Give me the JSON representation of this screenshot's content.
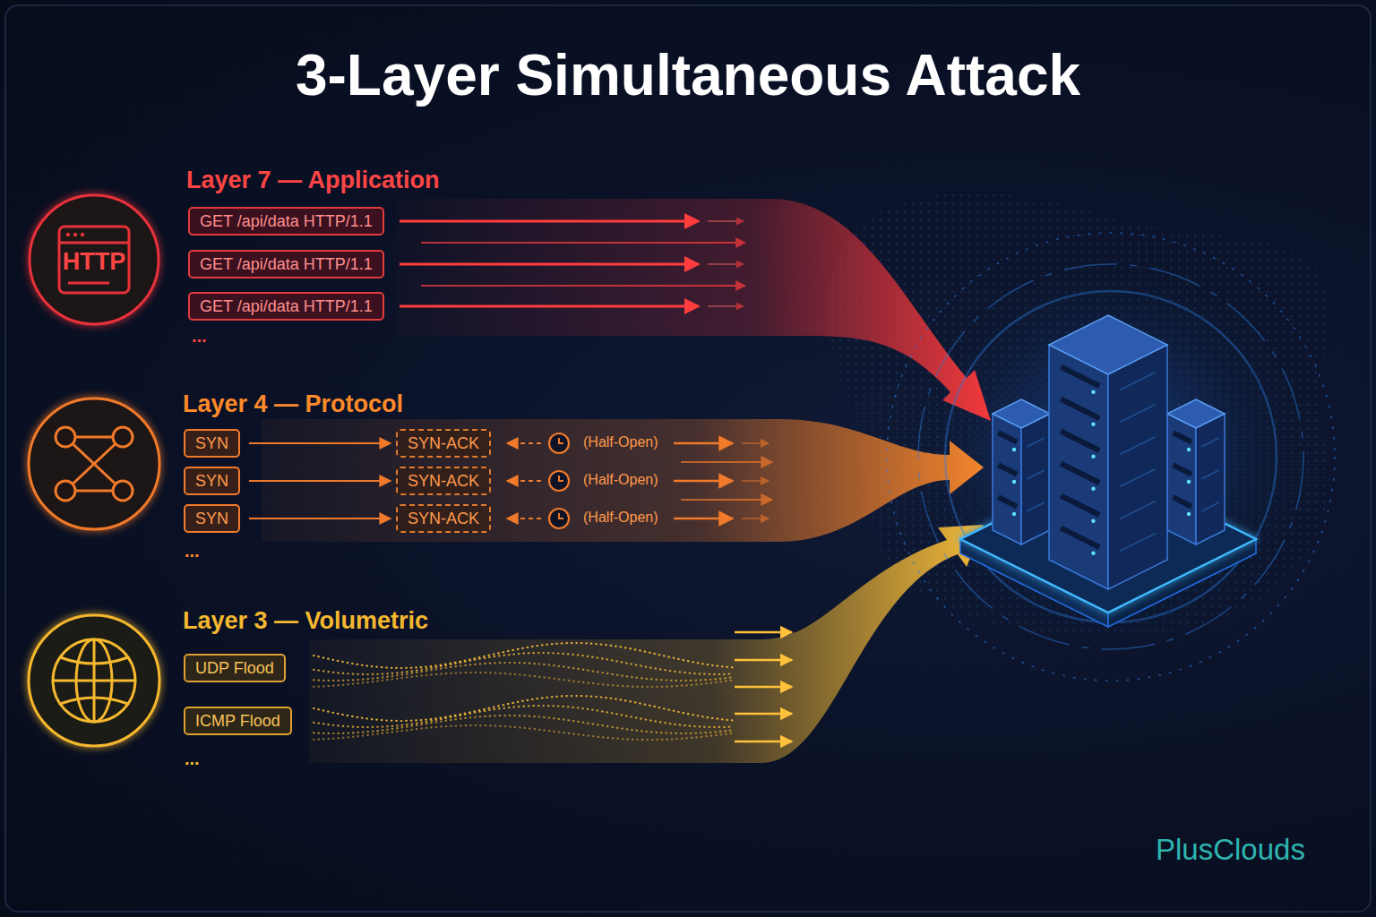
{
  "diagram": {
    "title": "3-Layer Simultaneous Attack",
    "nodes": [
      {
        "text": [
          "HTTP"
        ]
      },
      {
        "text": [
          "GET /api/data HTTP/1.1"
        ]
      },
      {
        "text": [
          "GET /api/data HTTP/1.1"
        ]
      },
      {
        "text": [
          "GET /api/data HTTP/1.1"
        ]
      },
      {
        "text": [
          "SYN"
        ]
      },
      {
        "text": [
          "SYN-ACK"
        ]
      },
      {
        "text": [
          "SYN"
        ]
      },
      {
        "text": [
          "SYN-ACK"
        ]
      },
      {
        "text": [
          "SYN"
        ]
      },
      {
        "text": [
          "SYN-ACK"
        ]
      },
      {
        "text": [
          "UDP Flood"
        ]
      },
      {
        "text": [
          "ICMP Flood"
        ]
      }
    ],
    "edges": [
      {
        "from": 4,
        "to": 5,
        "arrow": "to"
      },
      {
        "from": 6,
        "to": 7,
        "arrow": "to"
      },
      {
        "from": 8,
        "to": 9,
        "arrow": "to"
      }
    ],
    "labels": [
      "Layer 7 — Application",
      "...",
      "Layer 4 — Protocol",
      "(Half-Open)",
      "(Half-Open)",
      "(Half-Open)",
      "...",
      "Layer 3 — Volumetric",
      "...",
      "PlusClouds"
    ]
  }
}
